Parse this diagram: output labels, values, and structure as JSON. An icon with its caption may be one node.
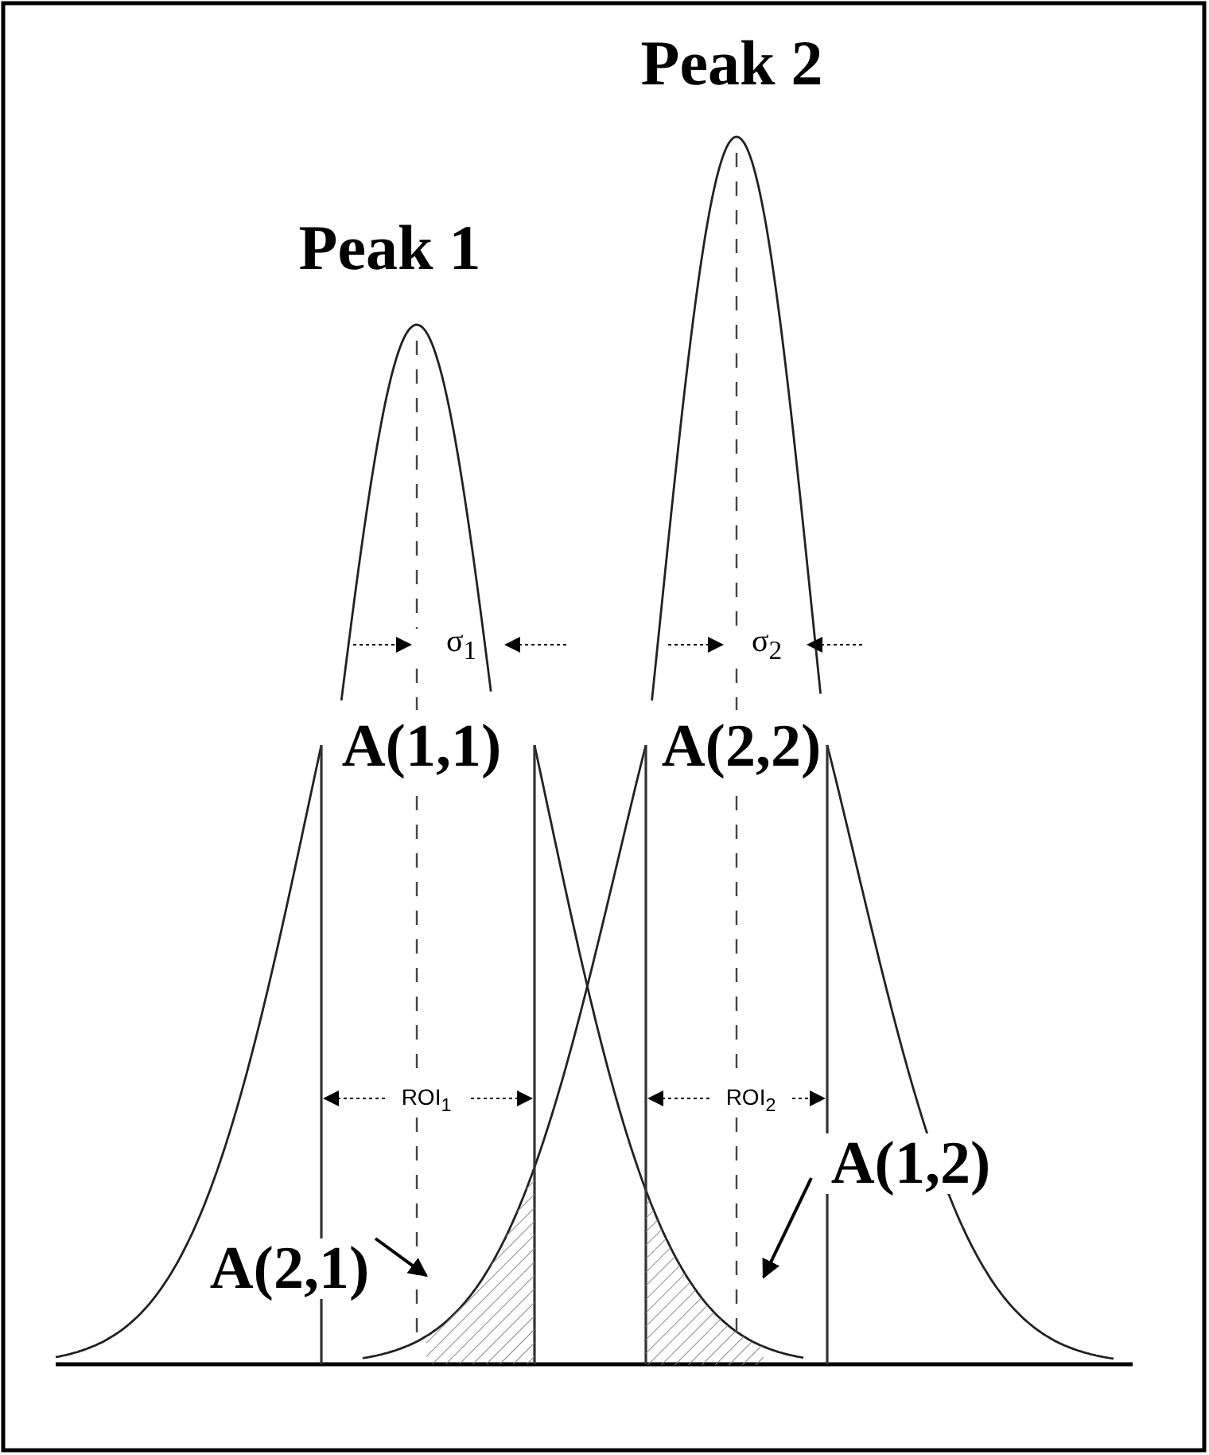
{
  "diagram": {
    "nodes": [
      {
        "text": [
          "A(2,1)"
        ]
      },
      {
        "text": [],
        "shape": "area"
      },
      {
        "text": [
          "A(1,2)"
        ]
      },
      {
        "text": [],
        "shape": "area"
      }
    ],
    "edges": [
      {
        "from": 0,
        "to": 1,
        "arrow": "to"
      },
      {
        "from": 2,
        "to": 3,
        "arrow": "to"
      }
    ],
    "labels": [
      "Peak 2",
      "Peak 1",
      "σ$_{1}$",
      "σ$_{2}$",
      "A(1,1)",
      "A(2,2)",
      "ROI$_{1}$",
      "ROI$_{2}$"
    ]
  }
}
